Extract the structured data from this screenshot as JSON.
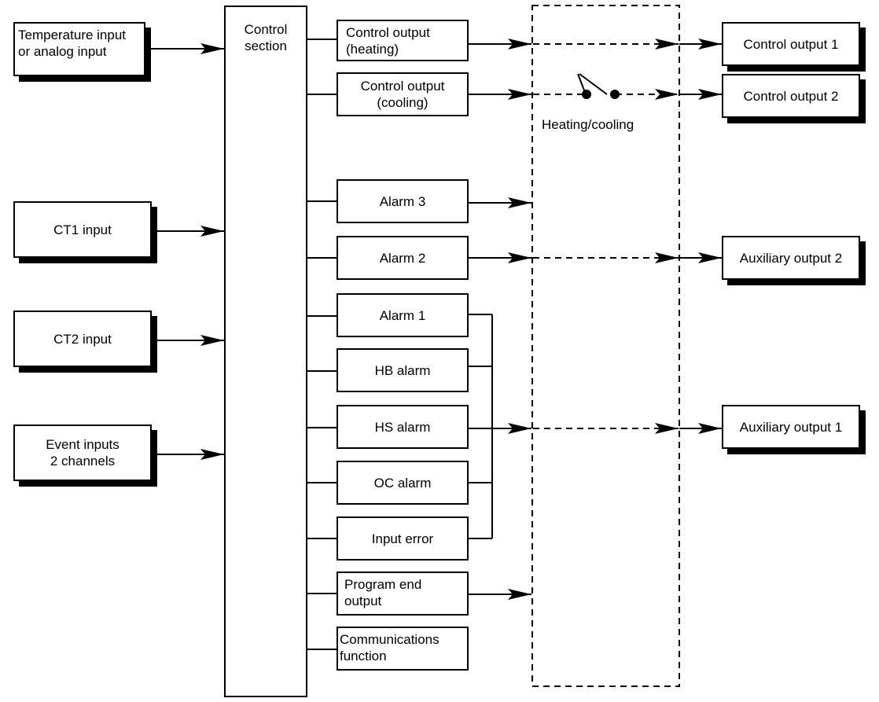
{
  "inputs": {
    "temperature": "Temperature input\nor analog input",
    "ct1": "CT1 input",
    "ct2": "CT2 input",
    "event": "Event inputs\n2 channels"
  },
  "control_section": "Control\nsection",
  "functions": {
    "control_heating": "Control output\n(heating)",
    "control_cooling": "Control output\n(cooling)",
    "alarm3": "Alarm 3",
    "alarm2": "Alarm 2",
    "alarm1": "Alarm 1",
    "hb_alarm": "HB alarm",
    "hs_alarm": "HS alarm",
    "oc_alarm": "OC alarm",
    "input_error": "Input error",
    "program_end": "Program end\noutput",
    "communications": "Communications\nfunction"
  },
  "switch_label": "Heating/cooling",
  "outputs": {
    "control1": "Control output 1",
    "control2": "Control output 2",
    "aux2": "Auxiliary output 2",
    "aux1": "Auxiliary output 1"
  }
}
